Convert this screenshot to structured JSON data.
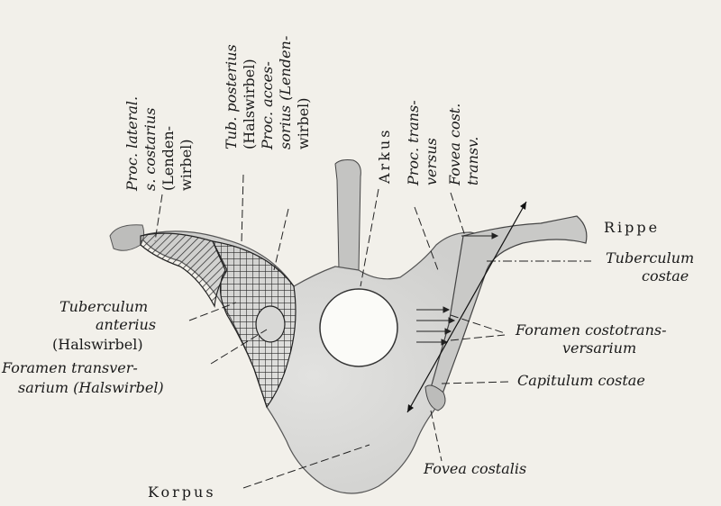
{
  "figure": {
    "labels": {
      "proc_lateral": [
        "Proc. lateral.",
        "s. costarius",
        "(Lenden-",
        "wirbel)"
      ],
      "tub_posterius": [
        "Tub. posterius",
        "(Halswirbel)",
        "Proc. acces-",
        "sorius (Lenden-",
        "wirbel)"
      ],
      "arkus": "Arkus",
      "proc_transversus": [
        "Proc. trans-",
        "versus"
      ],
      "fovea_cost_transv": [
        "Fovea cost.",
        "transv."
      ],
      "rippe": "Rippe",
      "tuberculum_costae": [
        "Tuberculum",
        "costae"
      ],
      "tuberculum_anterius": [
        "Tuberculum",
        "anterius",
        "(Halswirbel)"
      ],
      "foramen_transversarium": [
        "Foramen transver-",
        "sarium (Halswirbel)"
      ],
      "foramen_costotransversarium": [
        "Foramen costotrans-",
        "versarium"
      ],
      "capitulum_costae": "Capitulum costae",
      "korpus": "Korpus",
      "fovea_costalis": "Fovea costalis"
    },
    "colors": {
      "paper": "#f2f0ea",
      "bone": "#dcdcda",
      "hatch": "#2a2a2a",
      "ink": "#1a1a1a"
    }
  }
}
